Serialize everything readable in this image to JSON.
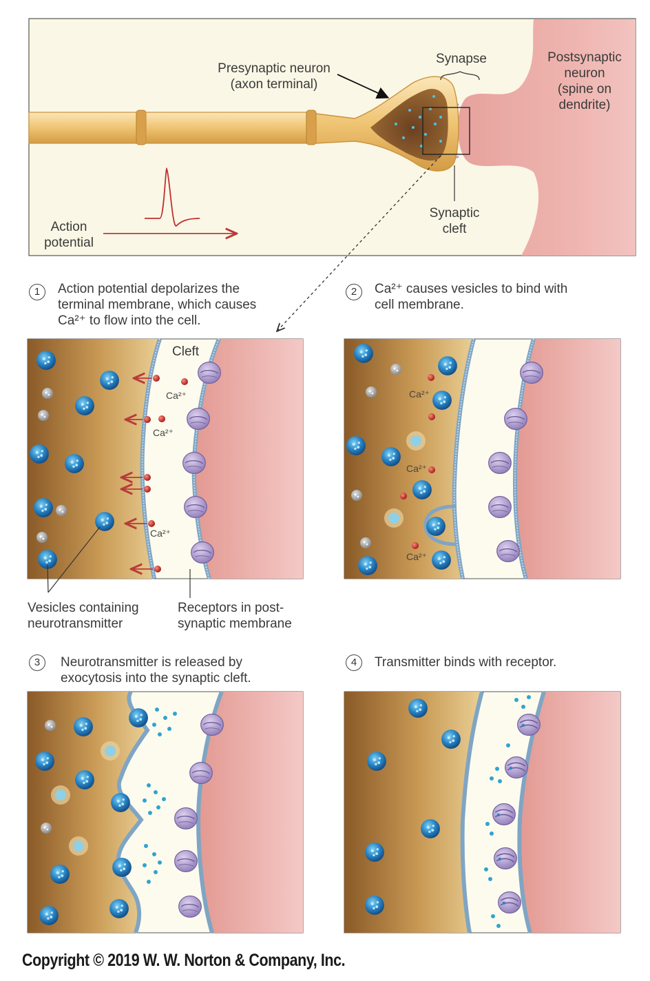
{
  "overview": {
    "presynaptic_label": [
      "Presynaptic neuron",
      "(axon terminal)"
    ],
    "synapse_label": "Synapse",
    "postsynaptic_label": [
      "Postsynaptic",
      "neuron",
      "(spine on",
      "dendrite)"
    ],
    "cleft_label": [
      "Synaptic",
      "cleft"
    ],
    "action_potential_label": [
      "Action",
      "potential"
    ]
  },
  "steps": [
    {
      "number": "1",
      "lines": [
        "Action potential depolarizes the",
        "terminal membrane, which causes",
        "Ca²⁺ to flow into the cell."
      ]
    },
    {
      "number": "2",
      "lines": [
        "Ca²⁺ causes vesicles to bind with",
        "cell membrane."
      ]
    },
    {
      "number": "3",
      "lines": [
        "Neurotransmitter is released by",
        "exocytosis into the synaptic cleft."
      ]
    },
    {
      "number": "4",
      "lines": [
        "Transmitter binds with receptor."
      ]
    }
  ],
  "panel1": {
    "cleft_label": "Cleft",
    "ca_label": "Ca²⁺",
    "vesicles_label": [
      "Vesicles containing",
      "neurotransmitter"
    ],
    "receptors_label": [
      "Receptors in post-",
      "synaptic membrane"
    ]
  },
  "panel2": {
    "ca_label": "Ca²⁺"
  },
  "copyright": "Copyright © 2019 W. W. Norton & Company, Inc.",
  "colors": {
    "axon": "#f0c66e",
    "axon_outline": "#d9a640",
    "terminal_interior": "#8a5a2c",
    "post_neuron": "#e8a3a0",
    "background_cream": "#fbf7e6",
    "vesicle": "#2f7fbf",
    "calcium": "#c0282a",
    "arrow_red": "#b83a3a",
    "receptor": "#b9a7d6",
    "membrane": "#7fa5c4"
  }
}
